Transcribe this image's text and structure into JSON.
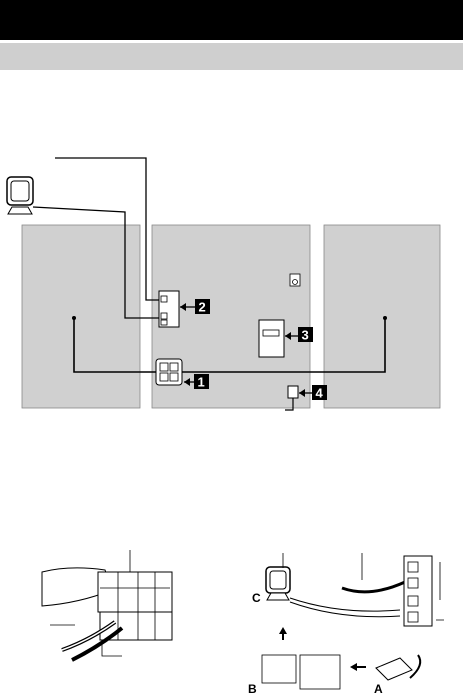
{
  "header": {
    "bar_color": "#000000",
    "subbar_color": "#cfcfcf"
  },
  "diagram": {
    "callouts": [
      "1",
      "2",
      "3",
      "4"
    ],
    "detail_letters": [
      "A",
      "B",
      "C"
    ]
  },
  "colors": {
    "panel": "#d0d0d0",
    "line": "#000000"
  }
}
